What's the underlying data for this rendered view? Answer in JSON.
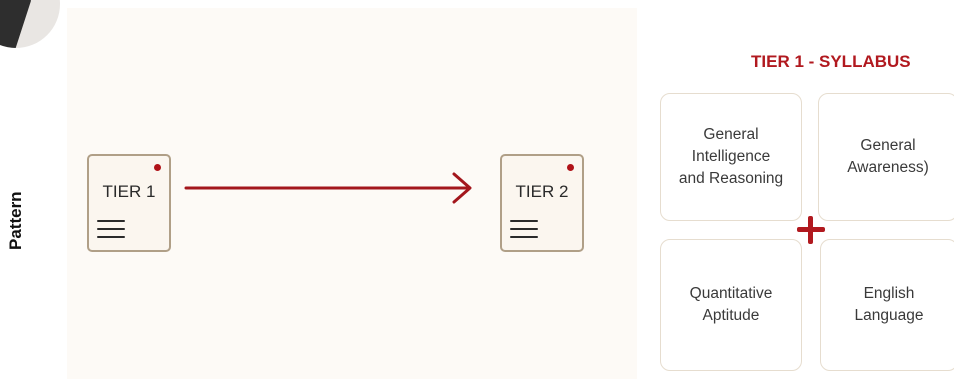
{
  "side_label": "Pattern",
  "flow": {
    "tier1_label": "TIER 1",
    "tier2_label": "TIER 2"
  },
  "syllabus": {
    "title": "TIER 1 - SYLLABUS",
    "cards": [
      "General\nIntelligence\nand Reasoning",
      "General\nAwareness)",
      "Quantitative\nAptitude",
      "English\nLanguage"
    ]
  },
  "colors": {
    "accent": "#b1191f",
    "panel_bg": "#fdfaf6",
    "tier_border": "#b09f87"
  },
  "icons": [
    "avatar",
    "menu-icon",
    "notification-dot-icon",
    "arrow-right-icon",
    "plus-icon"
  ]
}
